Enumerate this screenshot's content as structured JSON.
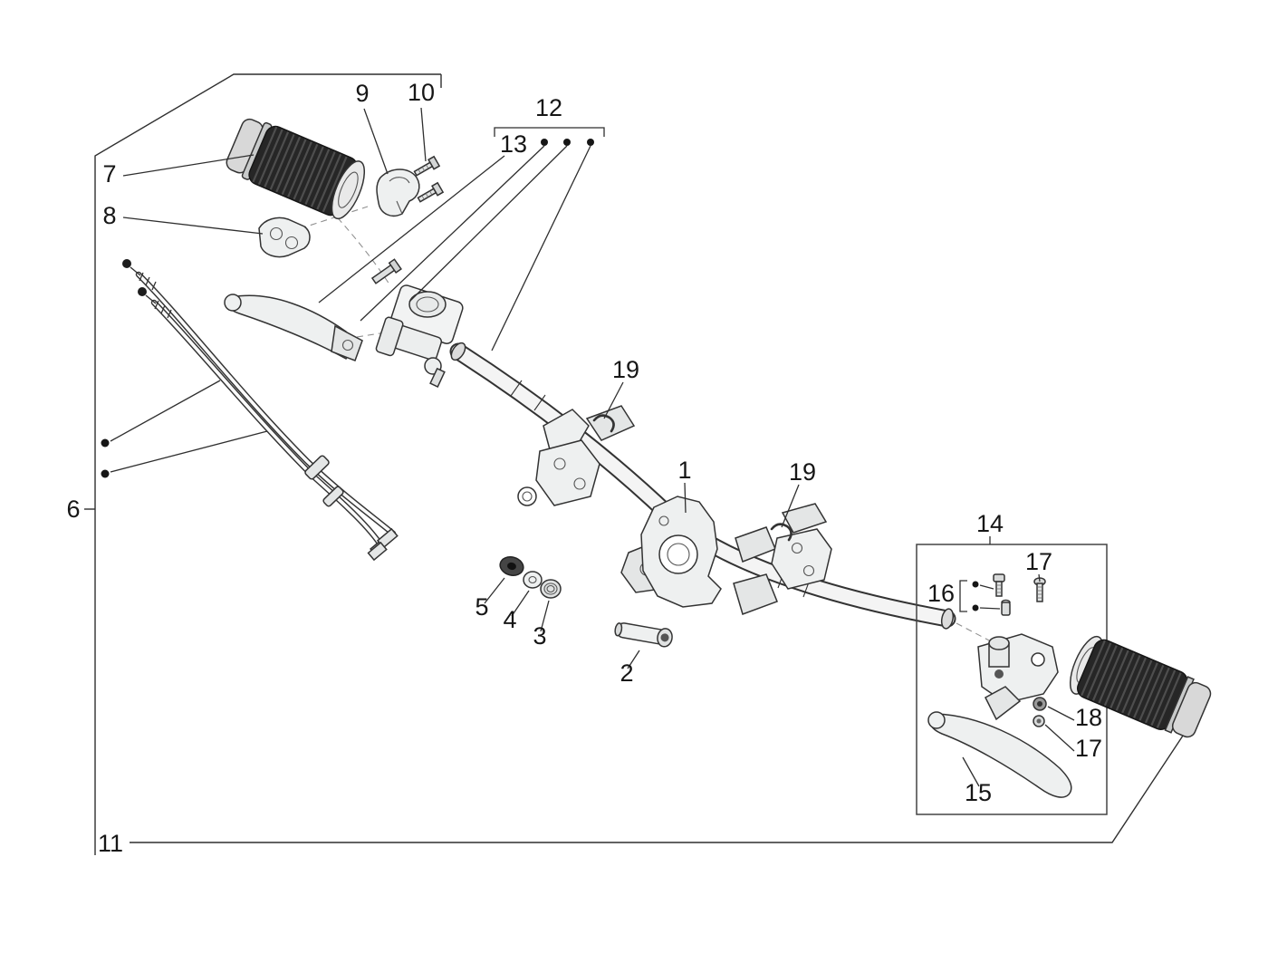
{
  "figure": {
    "kind": "exploded-parts-diagram",
    "subject": "handlebar assembly",
    "background_color": "#ffffff",
    "line_color": "#2f2f2f",
    "grip_color": "#262626",
    "metal_color": "#eef0f0"
  },
  "callouts": [
    {
      "label": "7"
    },
    {
      "label": "8"
    },
    {
      "label": "9"
    },
    {
      "label": "10"
    },
    {
      "label": "12"
    },
    {
      "label": "13"
    },
    {
      "label": "19"
    },
    {
      "label": "1"
    },
    {
      "label": "19"
    },
    {
      "label": "14"
    },
    {
      "label": "17"
    },
    {
      "label": "16"
    },
    {
      "label": "6"
    },
    {
      "label": "5"
    },
    {
      "label": "4"
    },
    {
      "label": "3"
    },
    {
      "label": "2"
    },
    {
      "label": "18"
    },
    {
      "label": "17"
    },
    {
      "label": "15"
    },
    {
      "label": "11"
    }
  ]
}
